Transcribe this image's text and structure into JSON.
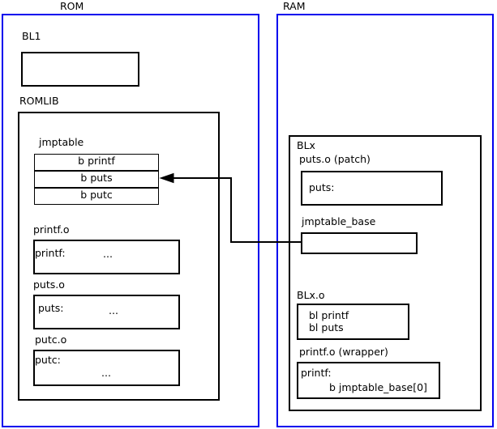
{
  "diagram": {
    "title_rom": "ROM",
    "title_ram": "RAM"
  },
  "rom": {
    "label": "ROM",
    "bl1": {
      "label": "BL1",
      "content": ""
    },
    "romlib": {
      "label": "ROMLIB",
      "jmptable": {
        "label": "jmptable",
        "entries": [
          "b printf",
          "b puts",
          "b putc"
        ]
      },
      "objects": [
        {
          "label": "printf.o",
          "symbol": "printf:",
          "body": "..."
        },
        {
          "label": "puts.o",
          "symbol": "puts:",
          "body": "..."
        },
        {
          "label": "putc.o",
          "symbol": "putc:",
          "body": "..."
        }
      ]
    }
  },
  "ram": {
    "label": "RAM",
    "blx": {
      "label": "BLx",
      "patch": {
        "label": "puts.o (patch)",
        "symbol": "puts:"
      },
      "jmptable_base": {
        "label": "jmptable_base",
        "content": ""
      },
      "blx_o": {
        "label": "BLx.o",
        "lines": [
          "bl printf",
          "bl puts"
        ]
      },
      "wrapper": {
        "label": "printf.o (wrapper)",
        "symbol": "printf:",
        "branch": "b jmptable_base[0]"
      }
    }
  },
  "connector": {
    "name": "jmptable-base-to-b-puts-arrow",
    "color": "#000000",
    "from": "jmptable_base",
    "to": "b puts"
  }
}
